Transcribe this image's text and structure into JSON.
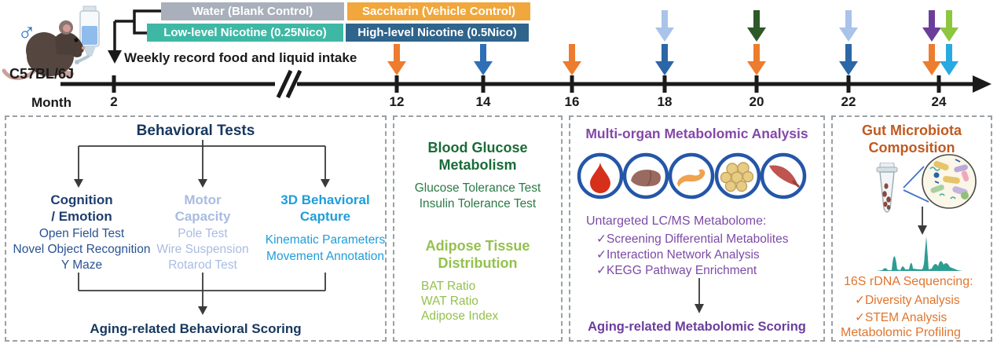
{
  "palette": {
    "arrow_orange": "#ED7C2E",
    "arrow_blue": "#2E6FB7",
    "arrow_light_blue": "#A9C3E9",
    "arrow_steel_blue": "#2B66A6",
    "arrow_dark_green": "#2D5827",
    "arrow_purple": "#6C3E9B",
    "arrow_yellow_green": "#8DC63F",
    "arrow_cyan": "#29A9E1",
    "legend_water": "#A9B0BC",
    "legend_low_nicotine": "#3EB8A5",
    "legend_saccharin": "#F1A73C",
    "legend_high_nicotine": "#2F648C",
    "navy": "#17375E",
    "cognition_blue": "#2A5292",
    "motor_periwinkle": "#A8BCE2",
    "capture_cyan": "#1F9DDB",
    "glucose_green": "#1A6B38",
    "adipose_green": "#94C14E",
    "metabolomic_purple": "#8448A9",
    "microbiota_rust": "#C05A21",
    "microbiota_orange": "#E0752D",
    "chromatogram_teal": "#2D9D92"
  },
  "header": {
    "sex_symbol": "♂",
    "strain": "C57BL/6J",
    "weekly_note": "Weekly record food and liquid intake",
    "axis_label": "Month",
    "legend": {
      "water": "Water (Blank Control)",
      "low_nicotine": "Low-level Nicotine (0.25Nico)",
      "saccharin": "Saccharin (Vehicle Control)",
      "high_nicotine": "High-level Nicotine (0.5Nico)"
    },
    "months": {
      "m2": "2",
      "m12": "12",
      "m14": "14",
      "m16": "16",
      "m18": "18",
      "m20": "20",
      "m22": "22",
      "m24": "24"
    },
    "timeline_events": [
      {
        "month": "12",
        "arrows": [
          "orange"
        ]
      },
      {
        "month": "14",
        "arrows": [
          "blue"
        ]
      },
      {
        "month": "16",
        "arrows": [
          "orange"
        ]
      },
      {
        "month": "18",
        "arrows": [
          "light-blue",
          "steel-blue"
        ]
      },
      {
        "month": "20",
        "arrows": [
          "dark-green",
          "orange"
        ]
      },
      {
        "month": "22",
        "arrows": [
          "light-blue",
          "steel-blue"
        ]
      },
      {
        "month": "24",
        "arrows": [
          "purple",
          "yellow-green",
          "orange",
          "cyan"
        ]
      }
    ]
  },
  "behavioral": {
    "title": "Behavioral Tests",
    "columns": [
      {
        "heading_lines": [
          "Cognition",
          "/ Emotion"
        ],
        "items": [
          "Open Field Test",
          "Novel Object Recognition",
          "Y Maze"
        ]
      },
      {
        "heading_lines": [
          "Motor",
          "Capacity"
        ],
        "items": [
          "Pole Test",
          "Wire Suspension",
          "Rotarod Test"
        ]
      },
      {
        "heading_lines": [
          "3D Behavioral",
          "Capture"
        ],
        "items": [
          "Kinematic Parameters",
          "Movement Annotation"
        ]
      }
    ],
    "outcome": "Aging-related Behavioral Scoring"
  },
  "metabolism": {
    "glucose_title_lines": [
      "Blood Glucose",
      "Metabolism"
    ],
    "glucose_items": [
      "Glucose Tolerance Test",
      "Insulin Tolerance Test"
    ],
    "adipose_title_lines": [
      "Adipose Tissue",
      "Distribution"
    ],
    "adipose_items": [
      "BAT Ratio",
      "WAT Ratio",
      "Adipose Index"
    ]
  },
  "metabolomics": {
    "title": "Multi-organ Metabolomic Analysis",
    "organs": [
      "blood",
      "liver",
      "pancreas",
      "adipose tissue",
      "muscle"
    ],
    "method": "Untargeted LC/MS Metabolome:",
    "checklist": [
      "✓Screening Differential Metabolites",
      "✓Interaction Network Analysis",
      "✓KEGG Pathway Enrichment"
    ],
    "outcome": "Aging-related Metabolomic Scoring"
  },
  "microbiota": {
    "title_lines": [
      "Gut Microbiota",
      "Composition"
    ],
    "method": "16S rDNA Sequencing:",
    "checklist": [
      "✓Diversity Analysis",
      "✓STEM Analysis"
    ],
    "outcome": "Metabolomic Profiling"
  }
}
